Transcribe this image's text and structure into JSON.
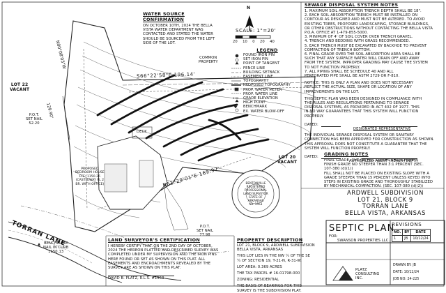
{
  "water_source": {
    "heading": "WATER SOURCE CONFIRMATION",
    "lines": [
      "ON OCTOBER 10TH, 2024 THE BELLA",
      "VISTA WATER DEPARTMENT WAS",
      "CONTACTED AND STATED THE WATER",
      "SHOULD BE SOURCED FROM THE LEFT",
      "SIDE OF THE LOT."
    ]
  },
  "scale_label": "SCALE: 1\"=20'",
  "scale_ticks": [
    "20",
    "10",
    "0",
    "20",
    "40"
  ],
  "north": "N",
  "common_property": [
    "COMMON",
    "PROPERTY"
  ],
  "legend": {
    "heading": "LEGEND",
    "items": [
      "FOUND IRON PIN",
      "SET IRON PIN",
      "POINT OF TANGENT",
      "FENCE LINE",
      "BUILDING SETBACK",
      "EASEMENT LINE",
      "TOPOGRAPHY",
      "PROPOSED TOPOGRAPHY",
      "PROP. WATER METER",
      "PROP. WATER LINE",
      "GRADE ELEVATION",
      "HIGH POINT",
      "BENCHMARK",
      "EX. WATER BLOW-OFF"
    ]
  },
  "lot22": [
    "LOT 22",
    "VACANT"
  ],
  "lot20": [
    "LOT 20",
    "VACANT"
  ],
  "pot_left": [
    "P.O.T.",
    "SET NAIL",
    "52.20"
  ],
  "pot_right": [
    "P.O.T.",
    "SET NAIL",
    "77.98"
  ],
  "deck_label": "DECK",
  "house_label": [
    "PROPOSED",
    "BEDROOM HOUSE",
    "FFE: 1150.26",
    "(CASTLEWAY PL 2",
    "BR. WITH OFFICE)"
  ],
  "bearings": {
    "top": "S66°22'58\"E   196.14'",
    "bottom": "N61°29'01\"E   169.97'",
    "left_side": "N00°08'03\"W",
    "left_dist": "129.90'"
  },
  "torran_lane": "TORRAN LANE",
  "benchmark": [
    "BENCHMARK",
    "NAIL IN CURB",
    "1150.13"
  ],
  "stamp": [
    "BENTONVILLE",
    "REGISTERED",
    "PROFESSIONAL",
    "LAND SURVEYOR",
    "STATE OF",
    "ARKANSAS",
    "No. 1553"
  ],
  "sds_notes": {
    "heading": "SEWAGE DISPOSAL SYSTEM NOTES",
    "lines": [
      "1. MAXIMUM SOIL ABSORPTION TRENCH DEPTH SHALL BE 18\".",
      "2. EACH SOIL ABSORPTION TRENCH MUST BE INSTALLED ON",
      "CONTOUR AS DESIGNED AND MUST NOT BE ALTERED. TO AVOID",
      "EXISTING TREES, PROPOSED LANDSCAPING, STORAGE BUILDINGS,",
      "OR OTHER OBSTRUCTIONS WITHOUT CONTACTING THE BELLA VISTA",
      "P.O.A. OFFICE AT 1-479-855-5000.",
      "3. MINIMUM OF 4' OF SOIL COVER OVER TRENCH GRAVEL.",
      "4. TRENCH AND BEDDING WITH GRASS RECOMMENDED.",
      "5. EACH TRENCH MUST BE EXCAVATED BY BACKHOE TO PREVENT",
      "COMPACTION OF TRENCH BOTTOM.",
      "6. FINAL GRADE OVER THE SOIL ABSORPTION AREA SHALL BE",
      "SUCH THAT ANY SURFACE WATER WILL DRAIN OFF AND AWAY",
      "FROM THE SYSTEM. IMPROPER GRADING MAY CAUSE THE SYSTEM",
      "TO NOT FUNCTION PROPERLY.",
      "7. ALL PIPING SHALL BE SCHEDULE 40 AND ALL",
      "PERFORATED PIPE SHALL BE ASTM 2729 OR F-810."
    ],
    "notice": [
      "NOTICE: THIS IS ONLY A PLAN AND DOES NOT NECESSARY",
      "REFLECT THE ACTUAL SIZE, SHAPE OR LOCATION OF ANY",
      "IMPROVEMENTS ON THE LOT."
    ],
    "design": [
      "THIS SEPTIC PLAN WAS BEEN DESIGNED IN COMPLIANCE WITH",
      "THE RULES AND REGULATIONS PERTAINING TO SEWAGE",
      "DISPOSAL SYSTEMS, AS PROVIDED IN ACT 402 OF 1977. THIS",
      "IN NO WAY GUARANTEES THAT THIS SYSTEM WILL FUNCTION",
      "PROPERLY."
    ],
    "dated1": "DATED:",
    "rep1": "DESIGNATED REPRESENTATIVE",
    "approval": [
      "THE INDIVIDUAL SEWAGE DISPOSAL SYSTEM OR SANITARY",
      "CONNECTION HAS BEEN APPROVED FOR CONSTRUCTION AS SHOWN.",
      "THIS APPROVAL DOES NOT CONSTITUTE A GUARANTEE THAT THE",
      "SYSTEM WILL FUNCTION PROPERLY."
    ],
    "dated2": "DATED:",
    "rep2": "AUTHORIZED AGENT (HEALTH DEPT.)"
  },
  "grading": {
    "heading": "GRADING NOTES",
    "lines": [
      "FINAL GRADE, CUT OR FILL SLOPES SHALL HAVE A",
      "FINISH GRADE NO STEEPER THAN 3:1 PERCENT (SEC.",
      "107-380 (d)(1))",
      "FILL SHALL NOT BE PLACED ON EXISTING SLOPE WITH A",
      "GRADE STEEPER THAN 15 PERCENT UNLESS KEYED INTO",
      "STEPS IN EXISTING GRADE AND THOROUGHLY STABILIZED",
      "BY MECHANICAL COMPACTION. (SEC. 107-380 (d)(2))"
    ]
  },
  "property": {
    "heading": "PROPERTY DESCRIPTION",
    "lines": [
      "LOT 21, BLOCK 9, ARDWELL SUBDIVISION",
      "BELLA VISTA, ARKANSAS",
      "",
      "THIS LOT LIES IN THE NW ¼ OF THE SE",
      "¼ OF SECTION 19, T-21-N, R-31-W.",
      "",
      "LOT AREA: 0.369 ACRES",
      "",
      "THE TAX PARCEL # 16-01798-000",
      "",
      "ZONING: RESIDENTIAL",
      "",
      "THE BASIS OF BEARINGS FOR THIS",
      "SURVEY IS THE SUBDIVISION PLAT."
    ]
  },
  "certificate": {
    "heading": "LAND SURVEYOR'S CERTIFICATION",
    "lines": [
      "I HEREBY CERTIFY THAT ON THE 2ND DAY OF OCTOBER,",
      "2024 THE HEREON PLATTED AND DESCRIBED SURVEY WAS",
      "COMPLETED UNDER MY SUPERVISION AND THE IRON PINS",
      "HERE FOUND OR SET AS SHOWN ON THIS PLAT. ALL",
      "EASEMENTS AND ENCROACHMENTS REVEALED BY THE",
      "SURVEY ARE AS SHOWN ON THIS PLAT."
    ],
    "signature": "DAVID B. PLATZ, R.L.S. #1553"
  },
  "title_block": {
    "sub": "ARDWELL SUBDIVISION",
    "lot": "LOT 21, BLOCK 9",
    "street": "TORRAN LANE",
    "city": "BELLA VISTA, ARKANSAS"
  },
  "plan": {
    "title": "SEPTIC PLAN",
    "for": "FOR:",
    "client": "SWANSON PROPERTIES LLC."
  },
  "revisions": {
    "heading": "REVISIONS",
    "cols": [
      "NO.",
      "BY",
      "DATE"
    ],
    "row": [
      "1",
      "JB",
      "10/12/24"
    ]
  },
  "info": {
    "drawn": "DRAWN BY:",
    "drawn_v": "JB",
    "date": "DATE:",
    "date_v": "10/12/24",
    "job": "JOB NO:",
    "job_v": "24-225"
  },
  "firm": [
    "PLATZ",
    "CONSULTING",
    "INC."
  ]
}
